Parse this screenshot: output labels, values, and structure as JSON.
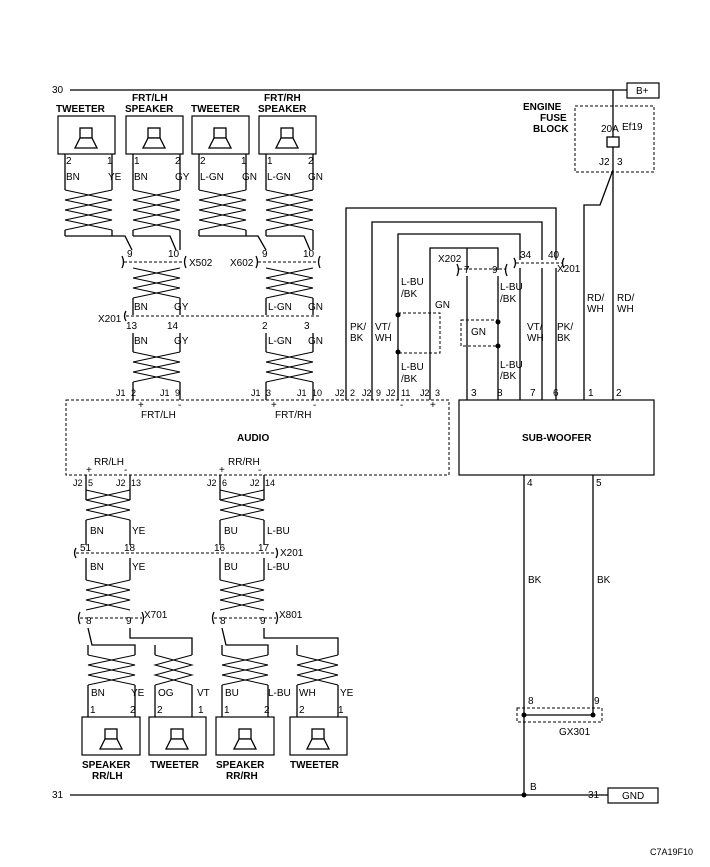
{
  "power": {
    "node": "30",
    "label": "B+"
  },
  "ground": {
    "node_left": "31",
    "node_right": "31",
    "label": "GND",
    "splice": "B"
  },
  "fuse_block": {
    "title": [
      "ENGINE",
      "FUSE",
      "BLOCK"
    ],
    "fuse": "Ef19",
    "rating": "20A",
    "conn": "J2",
    "pin": "3"
  },
  "front_components": [
    {
      "title": [
        "TWEETER"
      ],
      "pins": [
        "2",
        "1"
      ],
      "wires": [
        "BN",
        "YE"
      ]
    },
    {
      "title": [
        "FRT/LH",
        "SPEAKER"
      ],
      "pins": [
        "1",
        "2"
      ],
      "wires": [
        "BN",
        "GY"
      ]
    },
    {
      "title": [
        "TWEETER"
      ],
      "pins": [
        "2",
        "1"
      ],
      "wires": [
        "L-GN",
        "GN"
      ]
    },
    {
      "title": [
        "FRT/RH",
        "SPEAKER"
      ],
      "pins": [
        "1",
        "2"
      ],
      "wires": [
        "L-GN",
        "GN"
      ]
    }
  ],
  "conn_x502": {
    "name": "X502",
    "pins": [
      "9",
      "10"
    ]
  },
  "conn_x602": {
    "name": "X602",
    "pins": [
      "9",
      "10"
    ]
  },
  "conn_x201_front": {
    "name": "X201",
    "pins": [
      "13",
      "14",
      "2",
      "3"
    ]
  },
  "front_wires_upper": [
    "BN",
    "GY",
    "L-GN",
    "GN"
  ],
  "front_wires_lower": [
    "BN",
    "GY",
    "L-GN",
    "GN"
  ],
  "audio_top_pins": [
    "J1",
    "2",
    "J1",
    "9",
    "J1",
    "3",
    "J1",
    "10",
    "J2",
    "2",
    "J2",
    "9",
    "J2",
    "11",
    "J2",
    "3"
  ],
  "audio": {
    "title": "AUDIO",
    "frt_lh": "FRT/LH",
    "frt_rh": "FRT/RH",
    "rr_lh": "RR/LH",
    "rr_rh": "RR/RH",
    "plus": "+",
    "minus": "-"
  },
  "audio_bottom_pins": [
    "J2",
    "5",
    "J2",
    "13",
    "J2",
    "6",
    "J2",
    "14"
  ],
  "sub_wires": {
    "pkbk": [
      "PK/",
      "BK"
    ],
    "vtwh": [
      "VT/",
      "WH"
    ],
    "lbubk_a": [
      "L-BU",
      "/BK"
    ],
    "lbubk_b": [
      "L-BU",
      "/BK"
    ],
    "lbubk_c": [
      "L-BU",
      "/BK"
    ],
    "lbubk_d": [
      "L-BU",
      "/BK"
    ],
    "gn_a": "GN",
    "gn_b": "GN",
    "vtwh_r": [
      "VT/",
      "WH"
    ],
    "pkbk_r": [
      "PK/",
      "BK"
    ],
    "rdwh_a": [
      "RD/",
      "WH"
    ],
    "rdwh_b": [
      "RD/",
      "WH"
    ]
  },
  "conn_x202": {
    "name": "X202",
    "pins": [
      "7",
      "9"
    ]
  },
  "conn_x201_sub": {
    "name": "X201",
    "pins": [
      "34",
      "40"
    ]
  },
  "subwoofer": {
    "title": "SUB-WOOFER",
    "top_pins": [
      "3",
      "8",
      "7",
      "6",
      "1",
      "2"
    ],
    "bottom_pins": [
      "4",
      "5"
    ]
  },
  "sub_ground_wires": [
    "BK",
    "BK"
  ],
  "gx301": {
    "name": "GX301",
    "pins": [
      "8",
      "9"
    ]
  },
  "rear_wires_upper": [
    "BN",
    "YE",
    "BU",
    "L-BU"
  ],
  "conn_x201_rear": {
    "name": "X201",
    "pins": [
      "51",
      "18",
      "16",
      "17"
    ]
  },
  "rear_wires_mid": [
    "BN",
    "YE",
    "BU",
    "L-BU"
  ],
  "conn_x701": {
    "name": "X701",
    "pins": [
      "8",
      "9"
    ]
  },
  "conn_x801": {
    "name": "X801",
    "pins": [
      "8",
      "9"
    ]
  },
  "rear_components": [
    {
      "title": [
        "SPEAKER",
        "RR/LH"
      ],
      "pins": [
        "1",
        "2"
      ],
      "wires": [
        "BN",
        "YE"
      ]
    },
    {
      "title": [
        "TWEETER"
      ],
      "pins": [
        "2",
        "1"
      ],
      "wires": [
        "OG",
        "VT"
      ]
    },
    {
      "title": [
        "SPEAKER",
        "RR/RH"
      ],
      "pins": [
        "1",
        "2"
      ],
      "wires": [
        "BU",
        "L-BU"
      ]
    },
    {
      "title": [
        "TWEETER"
      ],
      "pins": [
        "2",
        "1"
      ],
      "wires": [
        "WH",
        "YE"
      ]
    }
  ],
  "figure_code": "C7A19F10"
}
